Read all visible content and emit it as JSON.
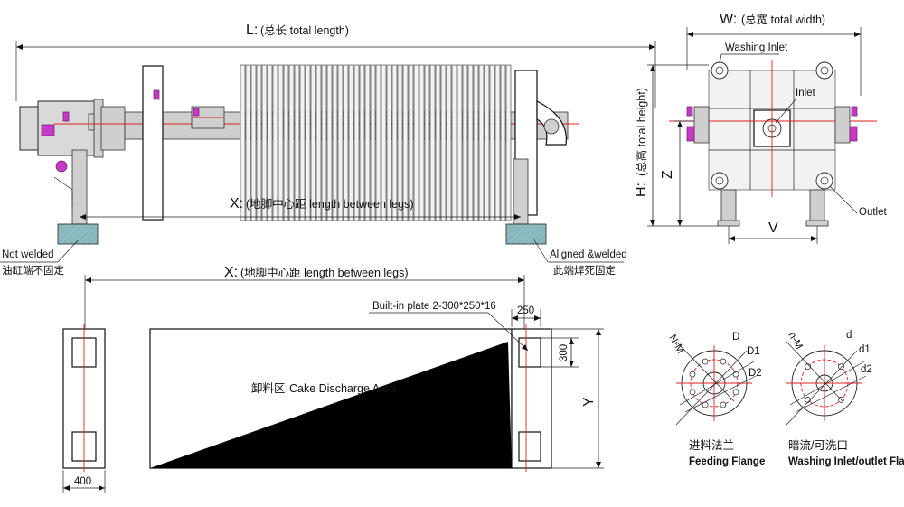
{
  "side_view": {
    "length_symbol": "L:",
    "length_text": "(总长 total length)",
    "legs_symbol": "X:",
    "legs_text": "(地脚中心距 length between legs)",
    "left_note_en": "Not welded",
    "left_note_cn": "油缸端不固定",
    "right_note_en": "Aligned &welded",
    "right_note_cn": "此端焊死固定"
  },
  "end_view": {
    "width_symbol": "W:",
    "width_text": "(总宽 total width)",
    "height_symbol": "H:",
    "height_text": "(总高 total height)",
    "z_label": "Z",
    "v_label": "V",
    "washing_inlet": "Washing Inlet",
    "inlet": "Inlet",
    "outlet": "Outlet"
  },
  "plan_view": {
    "legs_symbol": "X:",
    "legs_text": "(地脚中心距 length between legs)",
    "builtin_plate": "Built-in plate 2-300*250*16",
    "dim_250": "250",
    "dim_300": "300",
    "dim_400": "400",
    "y_label": "Y",
    "cake_area_cn": "卸料区",
    "cake_area_en": "Cake Discharge Area"
  },
  "flanges": {
    "feeding": {
      "nm_label": "N-M",
      "d_label": "D",
      "d1_label": "D1",
      "d2_label": "D2",
      "title_cn": "进料法兰",
      "title_en": "Feeding Flange"
    },
    "washing": {
      "nm_label": "n-M",
      "d_label": "d",
      "d1_label": "d1",
      "d2_label": "d2",
      "title_cn": "暗流/可洗口",
      "title_en": "Washing Inlet/outlet Flange"
    }
  },
  "colors": {
    "concrete": "#8cbcc0",
    "accent_red": "#d22222",
    "fitting_magenta": "#c63bc6"
  }
}
